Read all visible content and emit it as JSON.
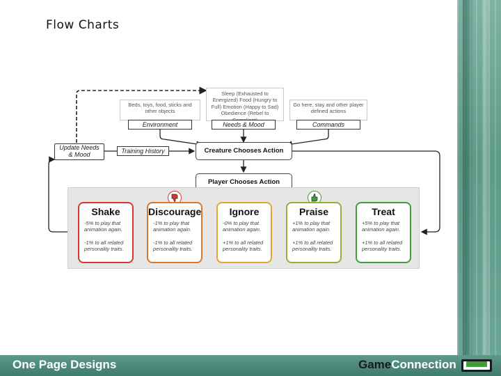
{
  "slide": {
    "title": "Flow Charts"
  },
  "footer": {
    "left_text": "One Page Designs",
    "brand_part1": "Game",
    "brand_part2": "Connection"
  },
  "inputs": {
    "environment": {
      "description": "Beds, toys, food, sticks and other objects",
      "label": "Environment"
    },
    "needs": {
      "description": "Sleep (Exhausted to Energized) Food (Hungry to Full) Emotion (Happy to Sad) Obedience (Rebel to Compliant)",
      "label": "Needs & Mood"
    },
    "commands": {
      "description": "Go here, stay and other player defined actions",
      "label": "Commands"
    }
  },
  "update_label": "Update Needs & Mood",
  "training_history_label": "Training History",
  "creature_action_label": "Creature Chooses Action",
  "player_action_label": "Player Chooses Action",
  "options": [
    {
      "name": "Shake",
      "effect1": "-5% to play that animation again.",
      "effect2": "-1% to all related personality traits.",
      "color": "#d9372c"
    },
    {
      "name": "Discourage",
      "effect1": "-1% to play that animation again.",
      "effect2": "-1% to all related personality traits.",
      "color": "#d9772c"
    },
    {
      "name": "Ignore",
      "effect1": "-0% to play that animation again.",
      "effect2": "+1% to all related personality traits.",
      "color": "#e0a82a"
    },
    {
      "name": "Praise",
      "effect1": "+1% to play that animation again.",
      "effect2": "+1% to all related personality traits.",
      "color": "#8fb03a"
    },
    {
      "name": "Treat",
      "effect1": "+5% to play that animation again.",
      "effect2": "+1% to all related personality traits.",
      "color": "#3f9e3a"
    }
  ],
  "icons": {
    "discourage": "thumbs-down-icon",
    "praise": "thumbs-up-icon"
  },
  "colors": {
    "footer": "#4f8b7b",
    "accent_down": "#d9372c",
    "accent_up": "#3f9e3a"
  }
}
